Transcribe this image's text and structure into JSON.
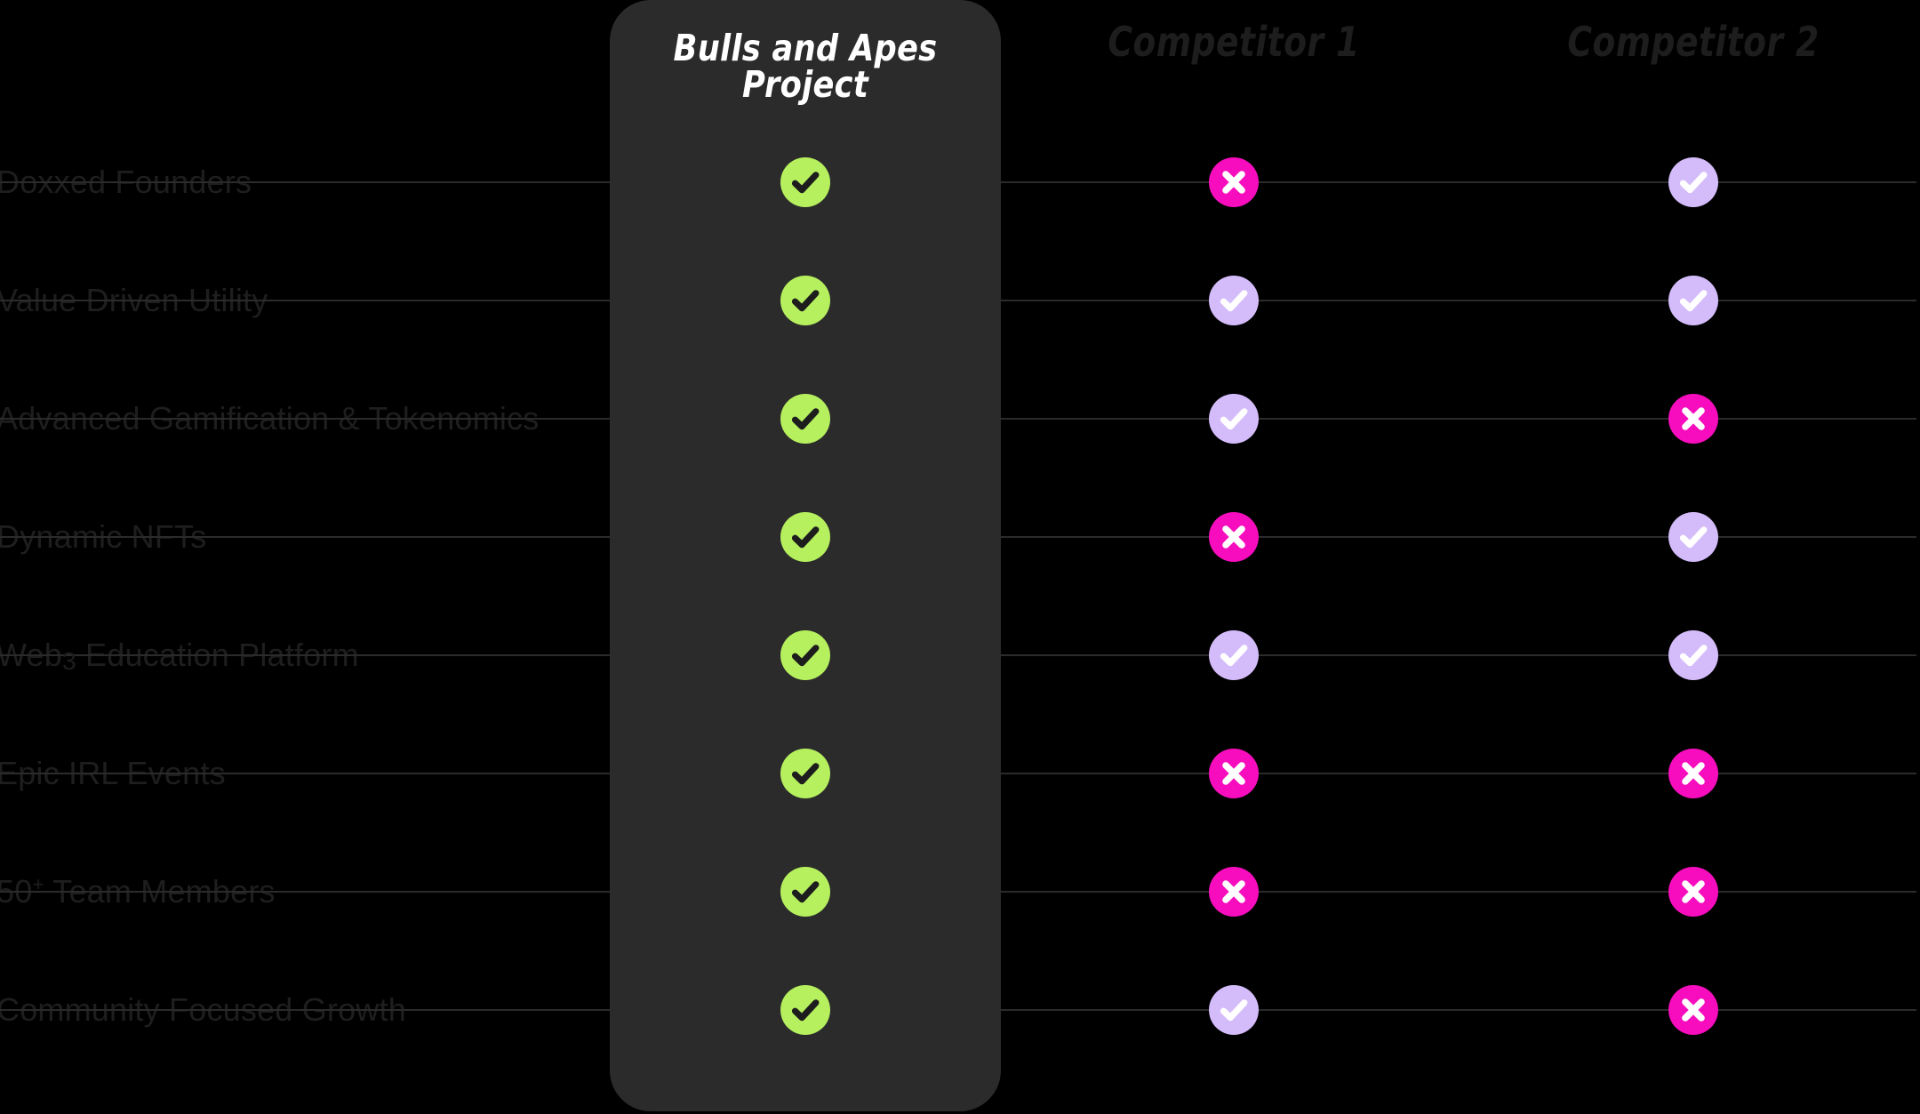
{
  "theme": {
    "background": "#000000",
    "card_background": "#2b2b2b",
    "label_color": "#1e1e1e",
    "separator_color": "#2b2b2b",
    "yes_primary": "#b6f05e",
    "yes_secondary": "#d4bcfb",
    "no_color": "#f70dbd",
    "title_color": "#ffffff"
  },
  "header": {
    "feature_column_label": "",
    "brand": {
      "name": "Bulls and Apes Project",
      "line1": "Bulls and Apes",
      "line2": "Project"
    },
    "columns": [
      {
        "label": "Bulls and Apes Project",
        "highlighted": true
      },
      {
        "label": "Competitor 1",
        "highlighted": false
      },
      {
        "label": "Competitor 2",
        "highlighted": false
      }
    ]
  },
  "icons": {
    "check": "check-icon",
    "cross": "cross-icon"
  },
  "rows": [
    {
      "feature": "Doxxed Founders",
      "cells": [
        {
          "state": "yes",
          "style": "green",
          "icon": "check-icon"
        },
        {
          "state": "no",
          "style": "magenta",
          "icon": "cross-icon"
        },
        {
          "state": "yes",
          "style": "lavender",
          "icon": "check-icon"
        }
      ]
    },
    {
      "feature": "Value Driven Utility",
      "cells": [
        {
          "state": "yes",
          "style": "green",
          "icon": "check-icon"
        },
        {
          "state": "yes",
          "style": "lavender",
          "icon": "check-icon"
        },
        {
          "state": "yes",
          "style": "lavender",
          "icon": "check-icon"
        }
      ]
    },
    {
      "feature": "Advanced Gamification & Tokenomics",
      "cells": [
        {
          "state": "yes",
          "style": "green",
          "icon": "check-icon"
        },
        {
          "state": "yes",
          "style": "lavender",
          "icon": "check-icon"
        },
        {
          "state": "no",
          "style": "magenta",
          "icon": "cross-icon"
        }
      ]
    },
    {
      "feature": "Dynamic NFTs",
      "cells": [
        {
          "state": "yes",
          "style": "green",
          "icon": "check-icon"
        },
        {
          "state": "no",
          "style": "magenta",
          "icon": "cross-icon"
        },
        {
          "state": "yes",
          "style": "lavender",
          "icon": "check-icon"
        }
      ]
    },
    {
      "feature": "Web3 Education Platform",
      "cells": [
        {
          "state": "yes",
          "style": "green",
          "icon": "check-icon"
        },
        {
          "state": "yes",
          "style": "lavender",
          "icon": "check-icon"
        },
        {
          "state": "yes",
          "style": "lavender",
          "icon": "check-icon"
        }
      ]
    },
    {
      "feature": "Epic IRL Events",
      "cells": [
        {
          "state": "yes",
          "style": "green",
          "icon": "check-icon"
        },
        {
          "state": "no",
          "style": "magenta",
          "icon": "cross-icon"
        },
        {
          "state": "no",
          "style": "magenta",
          "icon": "cross-icon"
        }
      ]
    },
    {
      "feature": "50+ Team Members",
      "cells": [
        {
          "state": "yes",
          "style": "green",
          "icon": "check-icon"
        },
        {
          "state": "no",
          "style": "magenta",
          "icon": "cross-icon"
        },
        {
          "state": "no",
          "style": "magenta",
          "icon": "cross-icon"
        }
      ]
    },
    {
      "feature": "Community Focused Growth",
      "cells": [
        {
          "state": "yes",
          "style": "green",
          "icon": "check-icon"
        },
        {
          "state": "yes",
          "style": "lavender",
          "icon": "check-icon"
        },
        {
          "state": "no",
          "style": "magenta",
          "icon": "cross-icon"
        }
      ]
    }
  ]
}
